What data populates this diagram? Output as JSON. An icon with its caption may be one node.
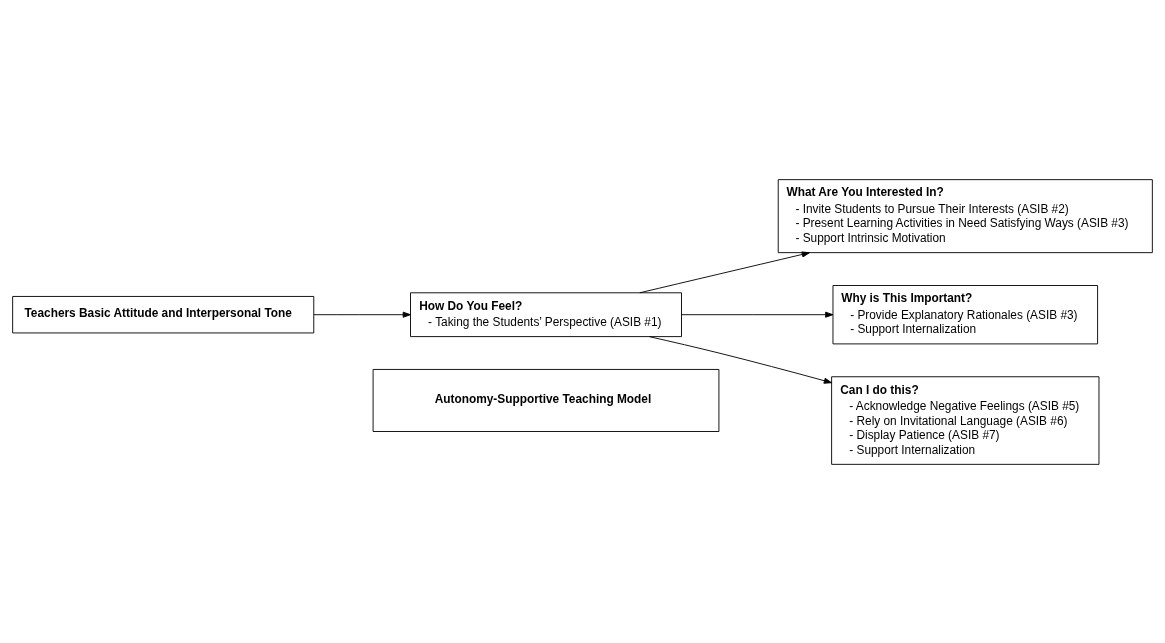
{
  "diagram": {
    "nodes": [
      {
        "text": [
          "Autonomy-Supportive Teaching Model"
        ]
      },
      {
        "text": [
          "Teachers Basic Attitude and Interpersonal Tone"
        ]
      },
      {
        "text": [
          "How Do You Feel?",
          "- Taking the Students’ Perspective (ASIB #1)"
        ]
      },
      {
        "text": [
          "What Are You Interested In?",
          "- Invite Students to Pursue Their Interests (ASIB #2)",
          "- Present Learning Activities in Need Satisfying Ways (ASIB #3)",
          "- Support Intrinsic Motivation"
        ]
      },
      {
        "text": [
          "Why is This Important?",
          "- Provide Explanatory Rationales (ASIB #3)",
          "- Support Internalization"
        ]
      },
      {
        "text": [
          "Can I do this?",
          "- Acknowledge Negative Feelings (ASIB #5)",
          "- Rely on Invitational Language (ASIB #6)",
          "- Display Patience (ASIB #7)",
          "- Support Internalization"
        ]
      }
    ],
    "edges": [
      {
        "from": 1,
        "to": 2,
        "arrow": "to"
      },
      {
        "from": 2,
        "to": 3,
        "arrow": "to"
      },
      {
        "from": 2,
        "to": 4,
        "arrow": "to"
      },
      {
        "from": 2,
        "to": 5,
        "arrow": "to"
      }
    ]
  }
}
